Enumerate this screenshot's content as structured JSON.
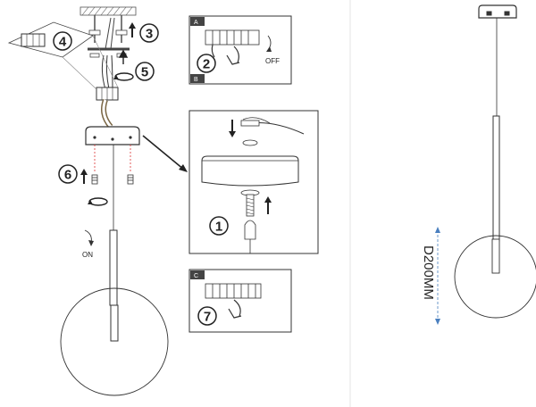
{
  "steps": {
    "s1": "1",
    "s2": "2",
    "s3": "3",
    "s4": "4",
    "s5": "5",
    "s6": "6",
    "s7": "7"
  },
  "panels": {
    "a": "A",
    "b": "B",
    "c": "C"
  },
  "labels": {
    "off": "OFF",
    "on": "ON",
    "dimension": "D200MM"
  }
}
